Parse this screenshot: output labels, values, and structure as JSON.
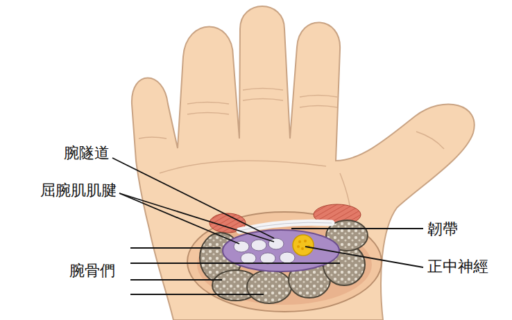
{
  "diagram": {
    "labels": [
      "腕隧道",
      "屈腕肌肌腱",
      "韌帶",
      "正中神經",
      "腕骨們"
    ]
  }
}
